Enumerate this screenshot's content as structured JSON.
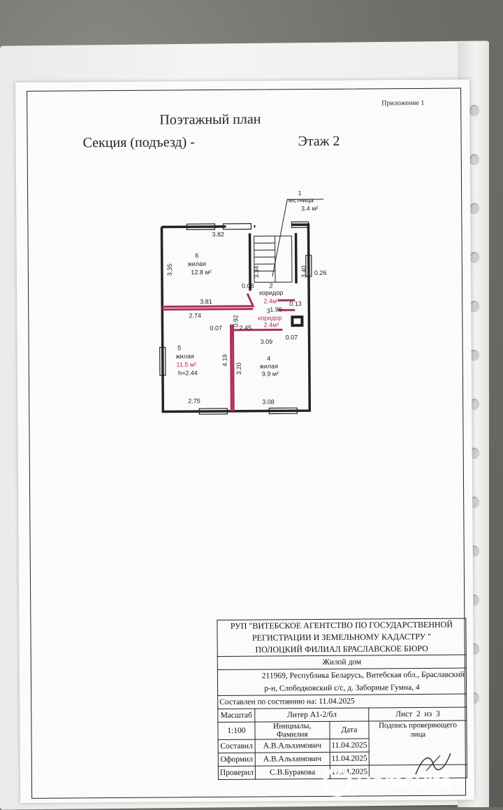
{
  "document": {
    "appendix": "Приложение 1",
    "title": "Поэтажный план",
    "section": "Секция (подъезд) -",
    "floor": "Этаж 2"
  },
  "plan": {
    "rooms": [
      {
        "number": "1",
        "name": "лестница",
        "area": "3.4 м²"
      },
      {
        "number": "2",
        "name": "коридор",
        "area": "2.4м²"
      },
      {
        "number": "3",
        "name": "коридор",
        "area": "2.4м²"
      },
      {
        "number": "4",
        "name": "жилая",
        "area": "9.9 м²"
      },
      {
        "number": "5",
        "name": "жилая",
        "area": "11.5 м²",
        "height": "h=2.44"
      },
      {
        "number": "6",
        "name": "жилая",
        "area": "12.8 м²"
      }
    ],
    "dimensions": [
      "3.82",
      "3.35",
      "3.34",
      "3.40",
      "0.26",
      "0.08",
      "1.99",
      "0.13",
      "3.81",
      "2.74",
      "0.92",
      "0.07",
      "2.45",
      "0.07",
      "3.09",
      "4.19",
      "3.20",
      "2.75",
      "3.08"
    ],
    "colors": {
      "partition": "#b0305a",
      "wall": "#222222"
    }
  },
  "stamp": {
    "org_line1": "РУП \"ВИТЕБСКОЕ АГЕНТСТВО ПО ГОСУДАРСТВЕННОЙ",
    "org_line2": "РЕГИСТРАЦИИ И ЗЕМЕЛЬНОМУ КАДАСТРУ \"",
    "org_line3": "ПОЛОЦКИЙ ФИЛИАЛ БРАСЛАВСКОЕ БЮРО",
    "object": "Жилой дом",
    "address_line1": "211969, Республика Беларусь, Витебская обл., Браславский",
    "address_line2": "р-н, Слободковский с/с, д. Заборные Гумна, 4",
    "state": "Составлен по состоянию на: 11.04.2025",
    "scale_label": "Масштаб",
    "liter": "Литер  А1-2/бл",
    "sheet_label": "Лист",
    "sheet_num": "2",
    "sheet_of": "из",
    "sheet_total": "3",
    "scale": "1:100",
    "initials_label": "Инициалы, Фамилия",
    "date_label": "Дата",
    "sign_label": "Подпись проверяющего лица",
    "rows": [
      {
        "role": "Составил",
        "name": "А.В.Альхимович",
        "date": "11.04.2025"
      },
      {
        "role": "Оформил",
        "name": "А.В.Альхимович",
        "date": "11.04.2025"
      },
      {
        "role": "Проверил",
        "name": "С.В.Буракова",
        "date": "17.04.2025"
      }
    ]
  },
  "watermark": "Domovita"
}
